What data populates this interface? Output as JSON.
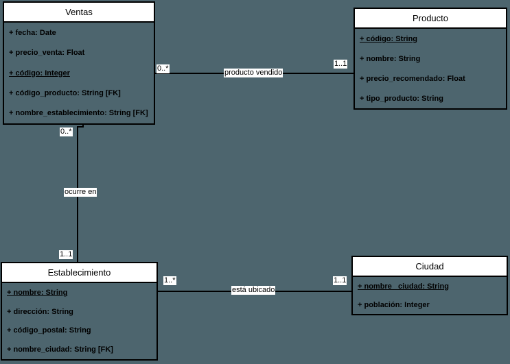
{
  "diagram": {
    "kind": "er-class-diagram",
    "canvas_background": "#4d656e",
    "box_border_color": "#000000",
    "box_header_background": "#ffffff",
    "text_color": "#000000",
    "entities": [
      {
        "name": "Ventas",
        "attributes": [
          {
            "text": "+ fecha: Date",
            "underlined": false
          },
          {
            "text": "+ precio_venta: Float",
            "underlined": false
          },
          {
            "text": "+ código: Integer",
            "underlined": true
          },
          {
            "text": "+ código_producto: String [FK]",
            "underlined": false
          },
          {
            "text": "+ nombre_establecimiento: String [FK]",
            "underlined": false
          }
        ]
      },
      {
        "name": "Producto",
        "attributes": [
          {
            "text": "+ código: String",
            "underlined": true
          },
          {
            "text": "+ nombre: String",
            "underlined": false
          },
          {
            "text": "+ precio_recomendado: Float",
            "underlined": false
          },
          {
            "text": "+ tipo_producto: String",
            "underlined": false
          }
        ]
      },
      {
        "name": "Establecimiento",
        "attributes": [
          {
            "text": "+ nombre: String",
            "underlined": true
          },
          {
            "text": "+ dirección: String",
            "underlined": false
          },
          {
            "text": "+ código_postal: String",
            "underlined": false
          },
          {
            "text": "+ nombre_ciudad: String [FK]",
            "underlined": false
          }
        ]
      },
      {
        "name": "Ciudad",
        "attributes": [
          {
            "text": "+ nombre_ ciudad: String",
            "underlined": true
          },
          {
            "text": "+ población: Integer",
            "underlined": false
          }
        ]
      }
    ],
    "relationships": [
      {
        "label": "producto vendido",
        "from_entity": "Ventas",
        "from_multiplicity": "0..*",
        "to_entity": "Producto",
        "to_multiplicity": "1..1"
      },
      {
        "label": "ocurre en",
        "from_entity": "Ventas",
        "from_multiplicity": "0..*",
        "to_entity": "Establecimiento",
        "to_multiplicity": "1..1"
      },
      {
        "label": "está ubicado",
        "from_entity": "Establecimiento",
        "from_multiplicity": "1..*",
        "to_entity": "Ciudad",
        "to_multiplicity": "1..1"
      }
    ]
  }
}
